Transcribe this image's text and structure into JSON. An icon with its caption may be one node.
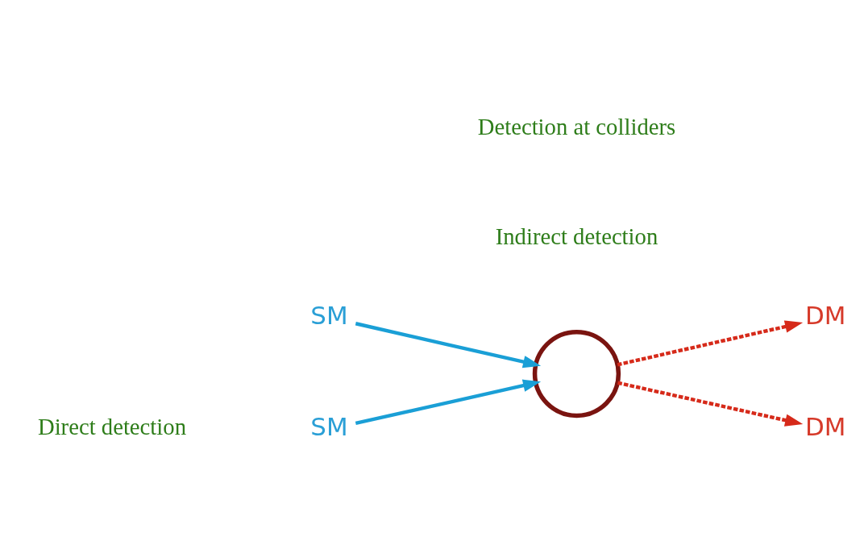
{
  "diagram": {
    "nodes": [
      {
        "text": [
          "SM"
        ]
      },
      {
        "text": [
          "DM"
        ]
      },
      {
        "text": [],
        "shape": "circle"
      },
      {
        "text": [
          "SM"
        ]
      },
      {
        "text": [
          "DM"
        ]
      }
    ],
    "edges": [
      {
        "from": 0,
        "to": 2,
        "arrow": "to",
        "color": "#1a9fd6"
      },
      {
        "from": 3,
        "to": 2,
        "arrow": "to",
        "color": "#1a9fd6"
      },
      {
        "from": 2,
        "to": 1,
        "arrow": "to",
        "style": "dashed",
        "color": "#d62a1a"
      },
      {
        "from": 2,
        "to": 4,
        "arrow": "to",
        "style": "dashed",
        "color": "#d62a1a"
      }
    ],
    "labels": [
      "Indirect detection",
      "Direct detection",
      "Detection at colliders"
    ]
  }
}
